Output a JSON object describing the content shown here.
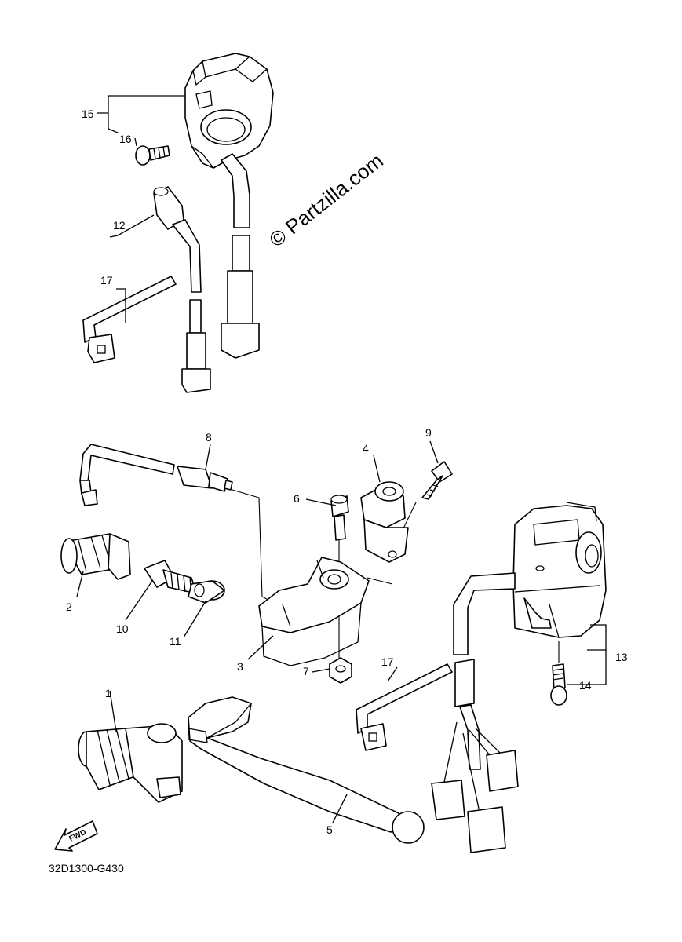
{
  "watermark": "© Partzilla.com",
  "diagram_code": "32D1300-G430",
  "fwd_label": "FWD",
  "callouts": [
    "1",
    "2",
    "3",
    "4",
    "5",
    "6",
    "7",
    "8",
    "9",
    "10",
    "11",
    "12",
    "13",
    "14",
    "15",
    "16",
    "17",
    "17"
  ]
}
